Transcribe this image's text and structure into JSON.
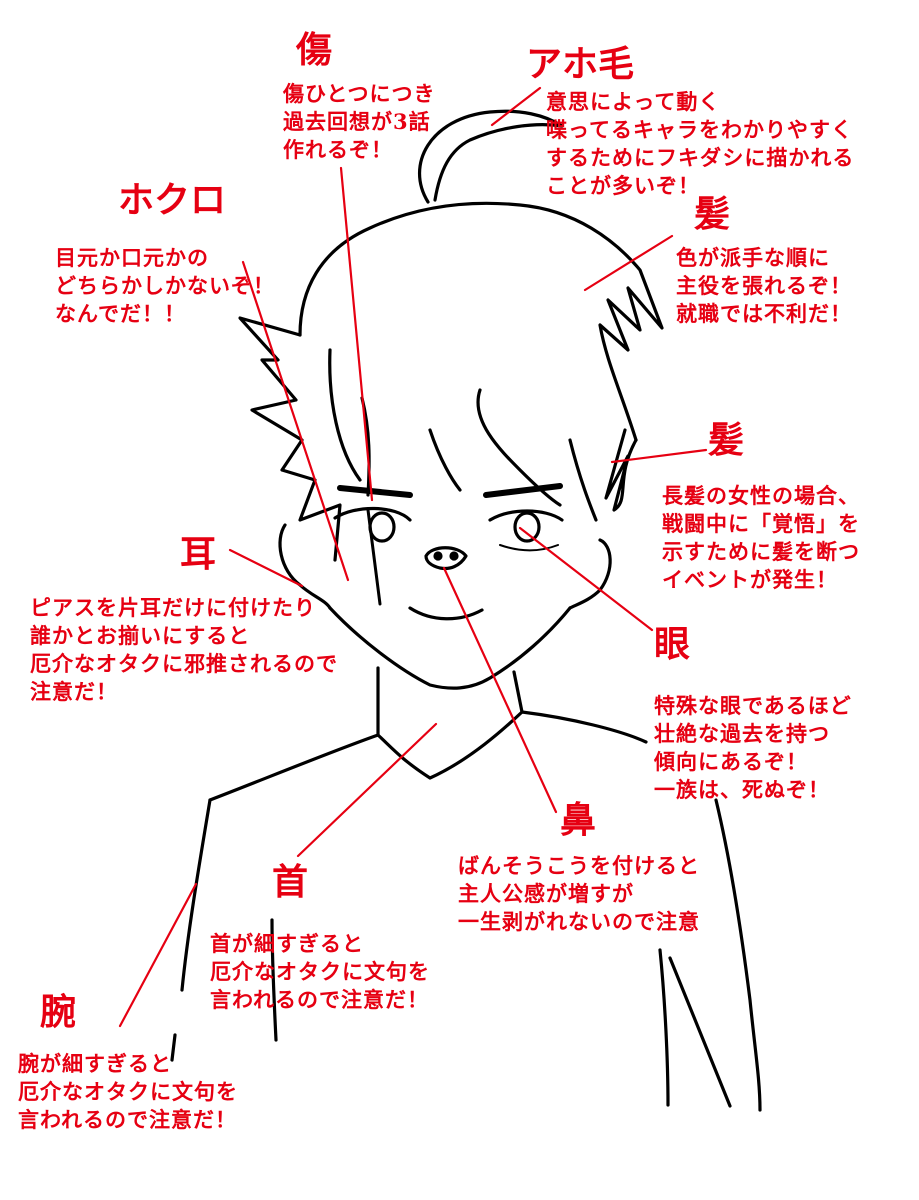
{
  "accent_color": "#e60012",
  "labels": {
    "scar": {
      "title": "傷",
      "text": "傷ひとつにつき\n過去回想が3話\n作れるぞ！"
    },
    "ahoge": {
      "title": "アホ毛",
      "text": "意思によって動く\n喋ってるキャラをわかりやすく\nするためにフキダシに描かれる\nことが多いぞ！"
    },
    "mole": {
      "title": "ホクロ",
      "text": "目元か口元かの\nどちらかしかないぞ！\nなんでだ！！"
    },
    "hair1": {
      "title": "髪",
      "text": "色が派手な順に\n主役を張れるぞ！\n就職では不利だ！"
    },
    "hair2": {
      "title": "髪",
      "text": "長髪の女性の場合、\n戦闘中に「覚悟」を\n示すために髪を断つ\nイベントが発生！"
    },
    "ear": {
      "title": "耳",
      "text": "ピアスを片耳だけに付けたり\n誰かとお揃いにすると\n厄介なオタクに邪推されるので\n注意だ！"
    },
    "eye": {
      "title": "眼",
      "text": "特殊な眼であるほど\n壮絶な過去を持つ\n傾向にあるぞ！\n一族は、死ぬぞ！"
    },
    "nose": {
      "title": "鼻",
      "text": "ばんそうこうを付けると\n主人公感が増すが\n一生剥がれないので注意"
    },
    "neck": {
      "title": "首",
      "text": "首が細すぎると\n厄介なオタクに文句を\n言われるので注意だ！"
    },
    "arm": {
      "title": "腕",
      "text": "腕が細すぎると\n厄介なオタクに文句を\n言われるので注意だ！"
    }
  }
}
